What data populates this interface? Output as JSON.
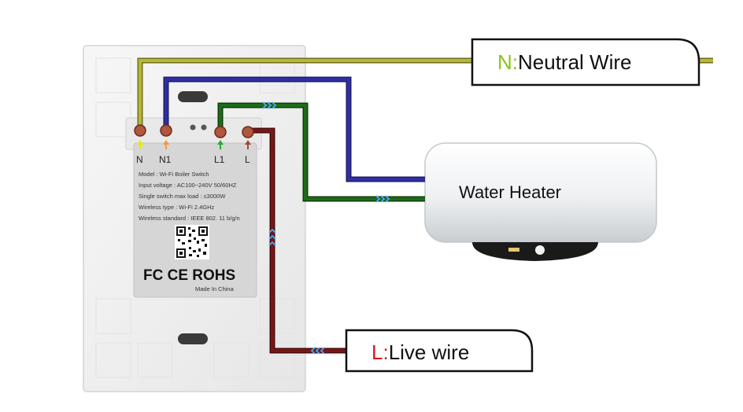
{
  "labels": {
    "neutral_prefix": "N:",
    "neutral_text": "Neutral Wire",
    "live_prefix": "L:",
    "live_text": "Live wire",
    "heater": "Water Heater"
  },
  "terminals": [
    "N",
    "N1",
    "L1",
    "L"
  ],
  "switch_label": {
    "model": "Model : Wi-Fi Boiler Switch",
    "input_voltage": "Input voltage : AC100~240V  50/60HZ",
    "max_load": "Single switch max load : ≤3000W",
    "wireless_type": "Wireless type : Wi-Fi 2.4GHz",
    "wireless_standard": "Wireless standard : IEEE 802. 11 b/g/n",
    "certifications": "FC CE ROHS",
    "made_in": "Made In China"
  },
  "colors": {
    "neutral_wire": "#b8b832",
    "n1_wire": "#2f2f9e",
    "l1_wire": "#1e6b1a",
    "live_wire": "#7a1616",
    "neutral_prefix": "#8ac21e",
    "live_prefix": "#d11a1a",
    "flow_arrow": "#44aaff",
    "terminal_copper": "#b0573e"
  }
}
